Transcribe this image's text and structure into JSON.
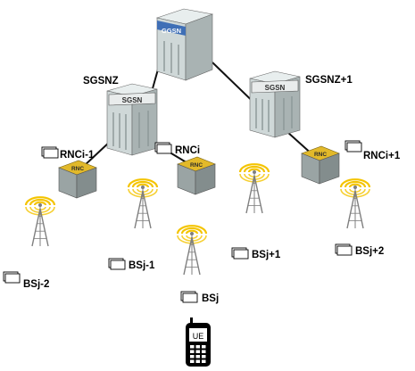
{
  "colors": {
    "server_front": "#cfd8d8",
    "server_side": "#a9b3b3",
    "server_top": "#e8eeee",
    "server_stripe": "#8b9797",
    "ggsn_band": "#3f6fb6",
    "sgsn_band": "#2f2f2f",
    "rnc_top": "#e2b92a",
    "rnc_body": "#9aa4a4",
    "link": "#111111",
    "signal": "#f4c400",
    "tower": "#7f7f7f",
    "phone": "#000000"
  },
  "nodes": {
    "ggsn": {
      "badge": "GGSN"
    },
    "sgsn_left": {
      "badge": "SGSN",
      "label": "SGSNZ"
    },
    "sgsn_right": {
      "badge": "SGSN",
      "label": "SGSNZ+1"
    },
    "rnc_1": {
      "badge": "RNC",
      "label": "RNCi-1"
    },
    "rnc_2": {
      "badge": "RNC",
      "label": "RNCi"
    },
    "rnc_3": {
      "badge": "RNC",
      "label": "RNCi+1"
    }
  },
  "base_stations": [
    {
      "label": "BSj-2"
    },
    {
      "label": "BSj-1"
    },
    {
      "label": "BSj"
    },
    {
      "label": "BSj+1"
    },
    {
      "label": "BSj+2"
    }
  ],
  "phone": {
    "label": "UE",
    "icon": "mobile-phone-icon"
  }
}
